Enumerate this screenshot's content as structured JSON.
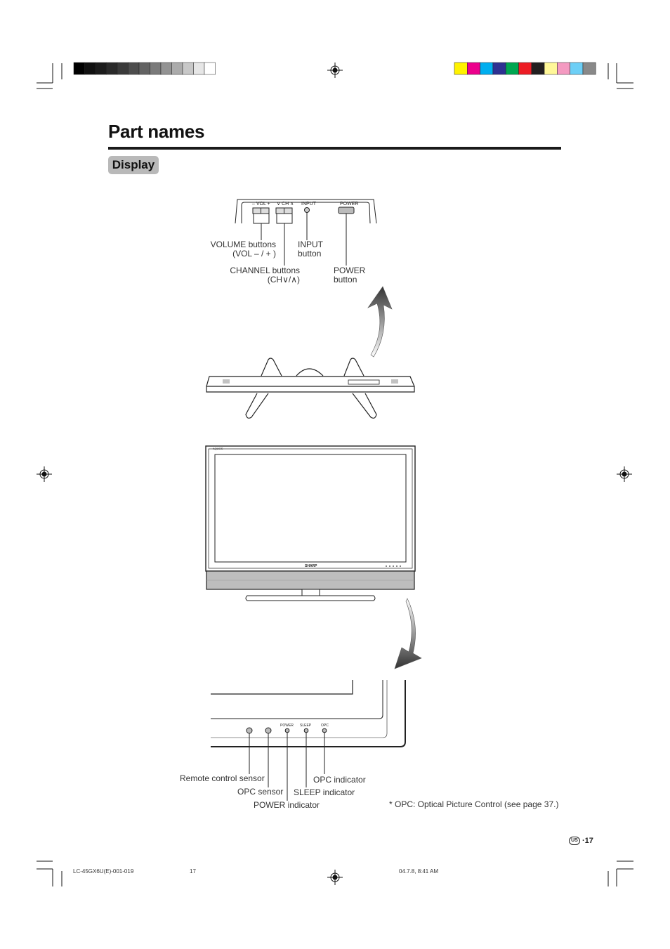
{
  "page": {
    "title": "Part names",
    "section": "Display"
  },
  "colors": {
    "grayscale_bar": [
      "#000000",
      "#111111",
      "#1c1c1c",
      "#2a2a2a",
      "#3a3a3a",
      "#4d4d4d",
      "#636363",
      "#7a7a7a",
      "#939393",
      "#ababab",
      "#c8c8c8",
      "#e6e6e6",
      "#ffffff"
    ],
    "color_bar": [
      "#fff200",
      "#ec008c",
      "#00aeef",
      "#2e3192",
      "#00a651",
      "#ed1c24",
      "#231f20",
      "#fff799",
      "#f49ac1",
      "#6dcff6",
      "#898989"
    ]
  },
  "top_panel": {
    "labels": {
      "vol": "– VOL +",
      "ch": "∨ CH ∧",
      "input": "INPUT",
      "power": "POWER"
    },
    "callouts": {
      "volume_line1": "VOLUME buttons",
      "volume_line2": "(VOL – / + )",
      "input_line1": "INPUT",
      "input_line2": "button",
      "channel_line1": "CHANNEL buttons",
      "channel_line2": "(CH∨/∧)",
      "power_line1": "POWER",
      "power_line2": "button"
    }
  },
  "tv": {
    "brand": "SHARP",
    "corner_logo": "AQUOS"
  },
  "front_panel": {
    "labels": {
      "power": "POWER",
      "sleep": "SLEEP",
      "opc": "OPC"
    },
    "callouts": {
      "remote_sensor": "Remote control sensor",
      "opc_sensor": "OPC sensor",
      "power_indicator": "POWER indicator",
      "sleep_indicator": "SLEEP indicator",
      "opc_indicator": "OPC indicator"
    }
  },
  "footnote": "*  OPC: Optical Picture Control (see page 37.)",
  "footer": {
    "region": "US",
    "page_number": "·17",
    "file": "LC-45GX6U(E)-001-019",
    "page": "17",
    "timestamp": "04.7.8, 8:41 AM"
  }
}
